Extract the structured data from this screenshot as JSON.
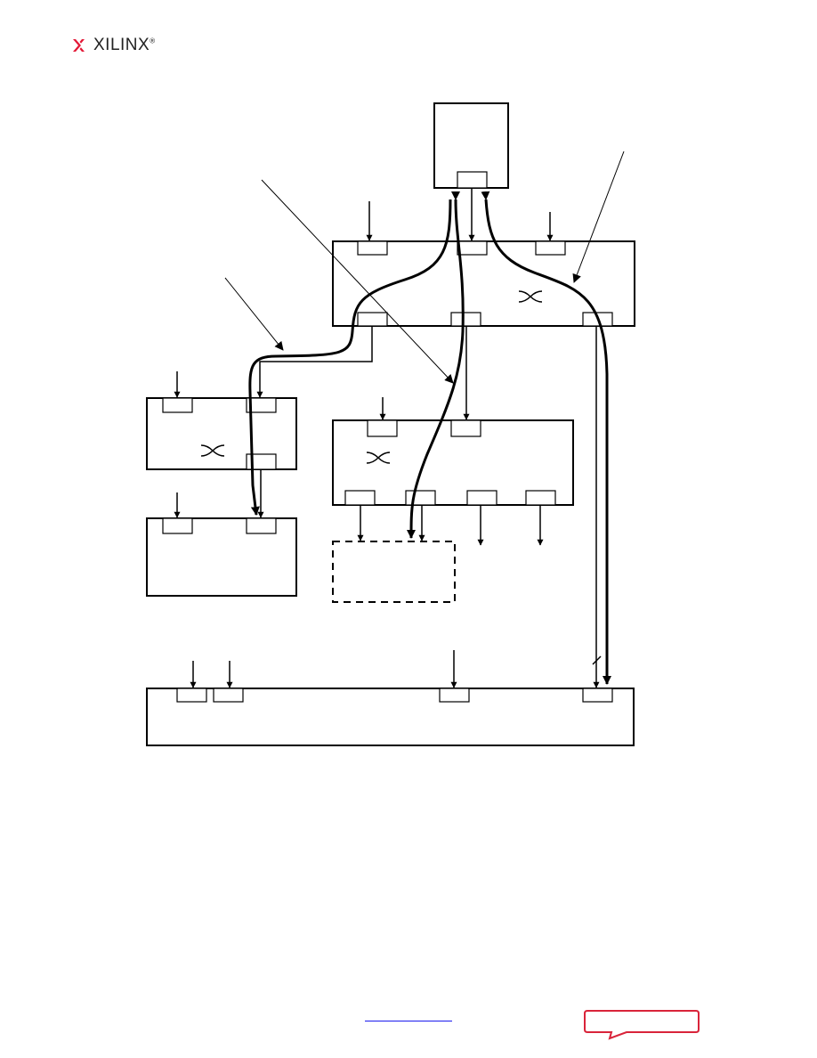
{
  "brand": {
    "logo_text": "XILINX",
    "mark": "®",
    "accent_color": "#e31937",
    "text_color": "#222222"
  },
  "diagram": {
    "line_color": "#000000",
    "boxes": [
      {
        "id": "top-block",
        "dashed": false
      },
      {
        "id": "upper-switch-block",
        "dashed": false
      },
      {
        "id": "left-switch-block",
        "dashed": false
      },
      {
        "id": "center-switch-block",
        "dashed": false
      },
      {
        "id": "left-lower-block",
        "dashed": false
      },
      {
        "id": "dashed-block",
        "dashed": true
      },
      {
        "id": "bottom-block",
        "dashed": false
      }
    ],
    "switch_symbols": [
      "crossover-icon",
      "crossover-icon",
      "crossover-icon"
    ]
  },
  "footer": {
    "link_color": "#1a1aee",
    "feedback_color": "#d9243a"
  }
}
